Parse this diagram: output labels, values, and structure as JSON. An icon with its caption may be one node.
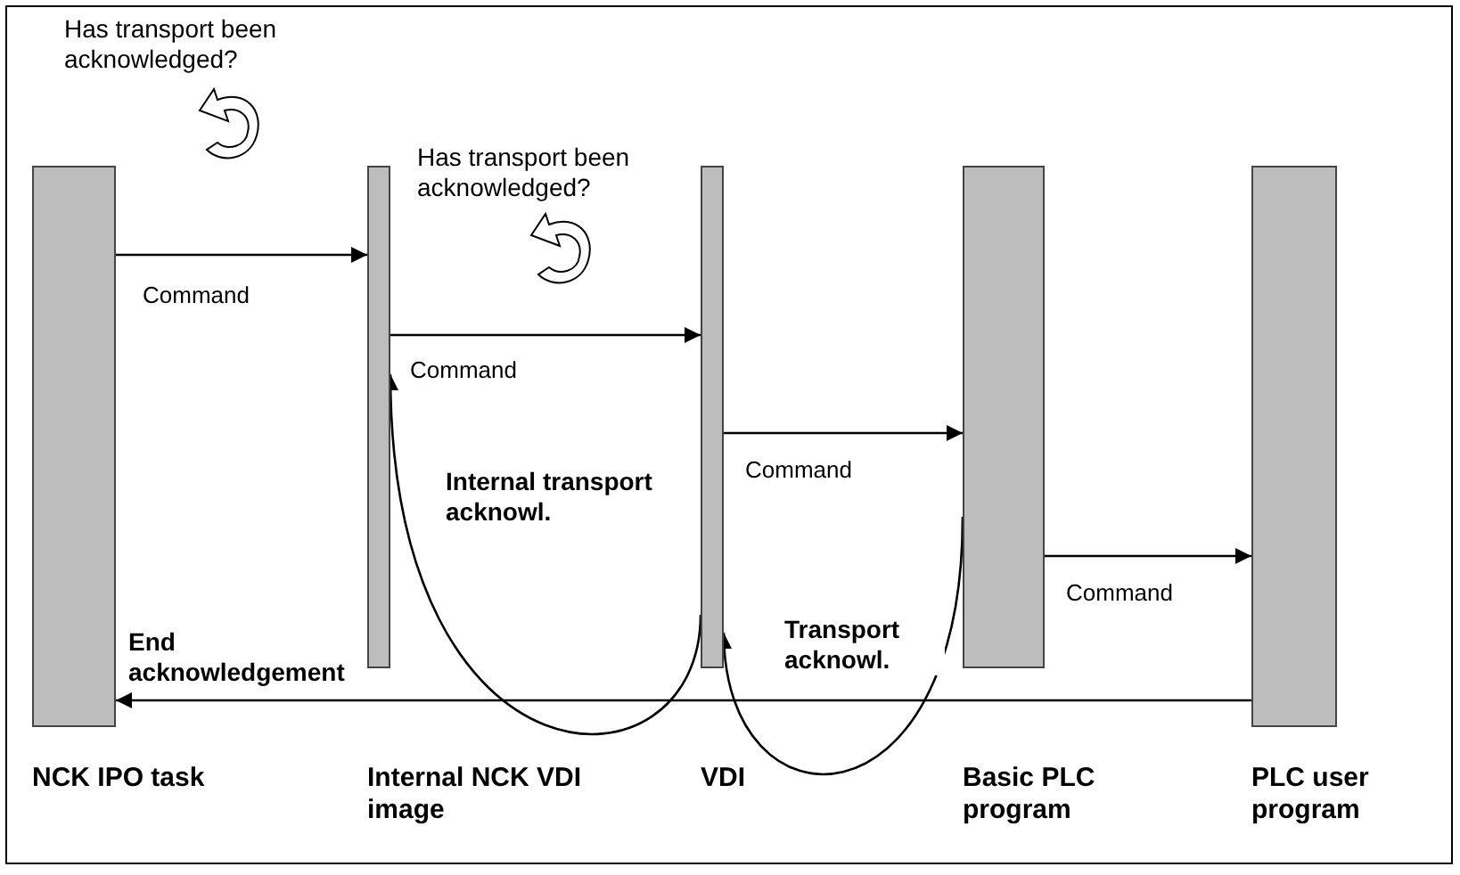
{
  "diagram": {
    "nodes": [
      {
        "text": [
          "NCK IPO task"
        ]
      },
      {
        "text": [
          "Internal NCK VDI image"
        ]
      },
      {
        "text": [
          "VDI"
        ]
      },
      {
        "text": [
          "Basic PLC program"
        ]
      },
      {
        "text": [
          "PLC user program"
        ]
      }
    ],
    "edges": [
      {
        "from": 0,
        "to": 1,
        "arrow": "to",
        "label": "Command"
      },
      {
        "from": 1,
        "to": 2,
        "arrow": "to",
        "label": "Command"
      },
      {
        "from": 2,
        "to": 3,
        "arrow": "to",
        "label": "Command"
      },
      {
        "from": 3,
        "to": 4,
        "arrow": "to",
        "label": "Command"
      },
      {
        "from": 2,
        "to": 1,
        "arrow": "to",
        "label": "Internal transport acknowl."
      },
      {
        "from": 3,
        "to": 2,
        "arrow": "to",
        "label": "Transport acknowl."
      },
      {
        "from": 4,
        "to": 0,
        "arrow": "to",
        "label": "End acknowledgement"
      }
    ],
    "labels": [
      "Has transport been acknowledged?",
      "Has transport been acknowledged?"
    ]
  }
}
